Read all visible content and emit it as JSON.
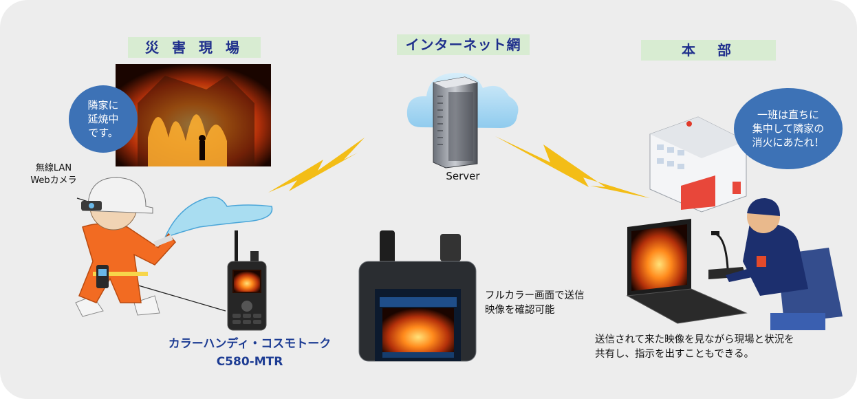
{
  "headers": {
    "disaster_site": "災 害 現 場",
    "internet": "インターネット網",
    "headquarters": "本　部"
  },
  "bubbles": {
    "site": "隣家に\n延焼中\nです。",
    "hq": "一班は直ちに\n集中して隣家の\n消火にあたれ！"
  },
  "labels": {
    "camera": "無線LAN\nWebカメラ",
    "server": "Server",
    "device_name": "カラーハンディ・コスモトーク",
    "device_model": "C580-MTR",
    "screen_caption": "フルカラー画面で送信\n映像を確認可能",
    "hq_caption": "送信されて来た映像を見ながら現場と状況を\n共有し、指示を出すこともできる。"
  },
  "colors": {
    "accent_blue": "#1d3c93",
    "bubble_blue": "#3d72b6",
    "header_green": "#d8ecd2",
    "lightning": "#f3bd16",
    "firefighter_orange": "#f26b22"
  }
}
